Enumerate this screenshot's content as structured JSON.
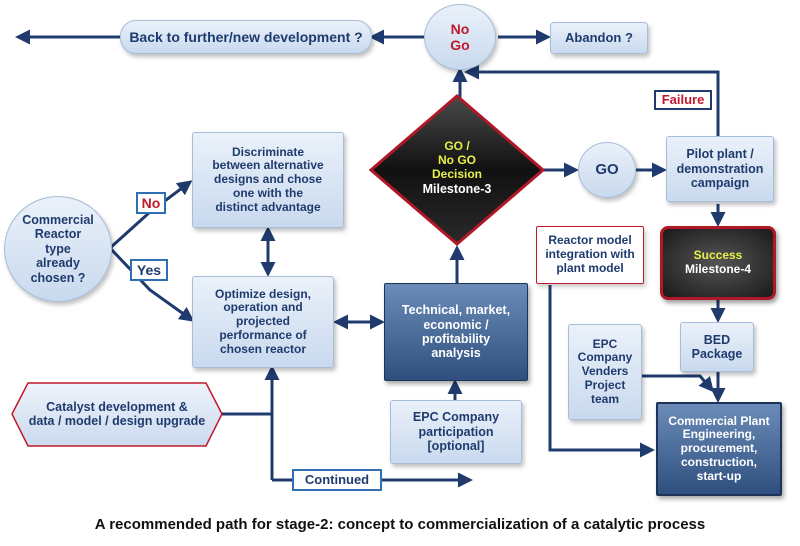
{
  "nodes": {
    "back": "Back to further/new development ?",
    "nogo": "No\nGo",
    "abandon": "Abandon ?",
    "failure": "Failure",
    "discriminate": "Discriminate\nbetween alternative\ndesigns and chose\none with the\ndistinct advantage",
    "no_label": "No",
    "yes_label": "Yes",
    "commercial_reactor": "Commercial\nReactor\ntype\nalready\nchosen ?",
    "decision_top": "GO /\nNo GO\nDecision",
    "decision_bottom": "Milestone-3",
    "go": "GO",
    "pilot": "Pilot plant /\ndemonstration\ncampaign",
    "reactor_model": "Reactor model\nintegration with\nplant model",
    "success_top": "Success",
    "success_bottom": "Milestone-4",
    "optimize": "Optimize design,\noperation and\nprojected\nperformance of\nchosen reactor",
    "technical": "Technical, market,\neconomic /\nprofitability\nanalysis",
    "epc_venders": "EPC\nCompany\nVenders\nProject\nteam",
    "bed": "BED\nPackage",
    "catalyst": "Catalyst development &\ndata / model / design upgrade",
    "epc_participation": "EPC Company\nparticipation\n[optional]",
    "commercial_plant": "Commercial Plant\nEngineering,\nprocurement,\nconstruction,\nstart-up",
    "continued": "Continued"
  },
  "caption": "A recommended path for stage-2: concept to commercialization of a catalytic process",
  "colors": {
    "arrow": "#1f3b6e",
    "accent_red": "#c0192b",
    "decision_text": "#e6f04a",
    "light_box": "#d6e3f3",
    "dark_box": "#3d5d8c"
  }
}
